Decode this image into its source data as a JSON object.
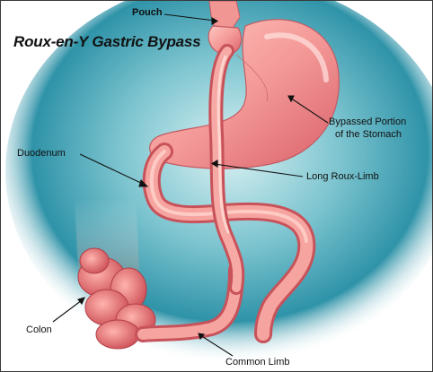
{
  "title": "Roux-en-Y Gastric Bypass",
  "labels": {
    "pouch": "Pouch",
    "bypassed_line1": "Bypassed Portion",
    "bypassed_line2": "of the Stomach",
    "duodenum": "Duodenum",
    "roux_limb": "Long Roux-Limb",
    "colon": "Colon",
    "common_limb": "Common Limb"
  },
  "colors": {
    "background_glow": "#2f93a8",
    "tissue": "#f08c8c",
    "tissue_light": "#ffc6c0",
    "tissue_dark": "#c8525a"
  }
}
